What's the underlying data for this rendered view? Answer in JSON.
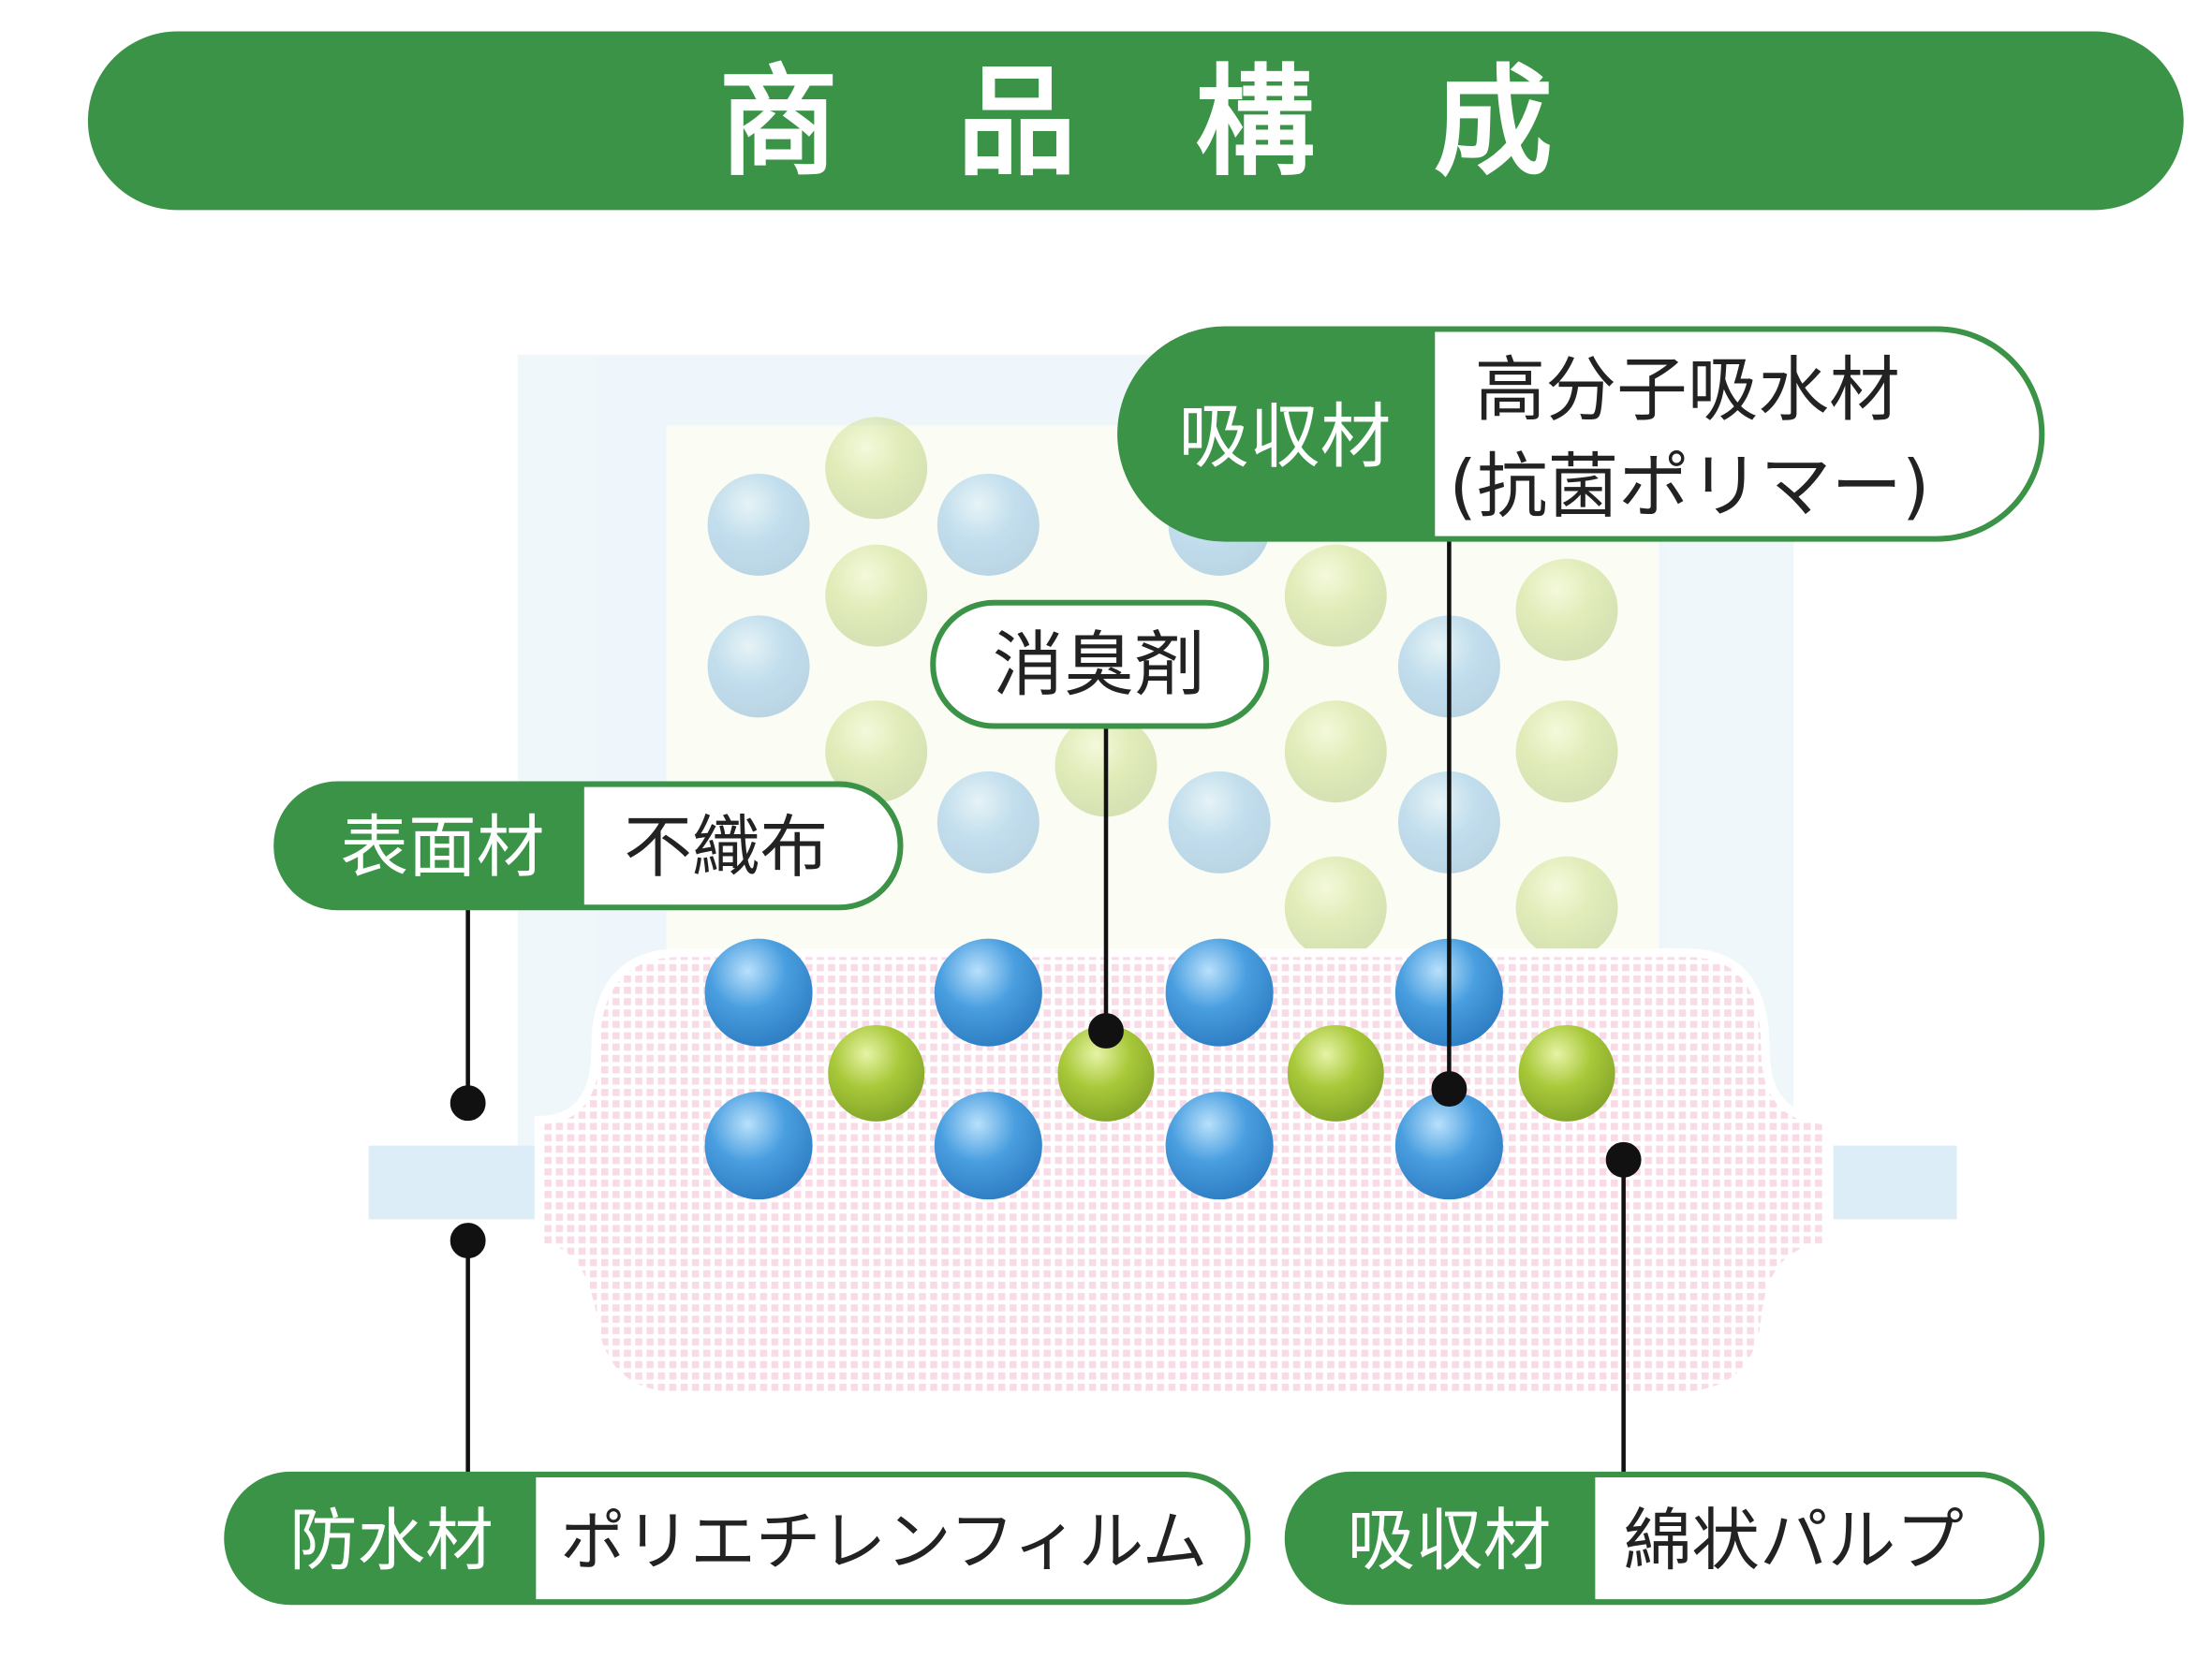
{
  "title": "商　品　構　成",
  "colors": {
    "brand_green": "#3b9347",
    "polymer_blue": "#4a9fe0",
    "deodorant_green": "#a9c93a",
    "pad_pink": "#f8dbe6",
    "film_blue": "#dcedf7"
  },
  "labels": {
    "polymer": {
      "category": "吸収材",
      "line1": "高分子吸水材",
      "line2": "(抗菌ポリマー)"
    },
    "deodorant": {
      "name": "消臭剤"
    },
    "surface": {
      "category": "表面材",
      "name": "不織布"
    },
    "waterproof": {
      "category": "防水材",
      "name": "ポリエチレンフィルム"
    },
    "pulp": {
      "category": "吸収材",
      "name": "綿状パルプ"
    }
  }
}
